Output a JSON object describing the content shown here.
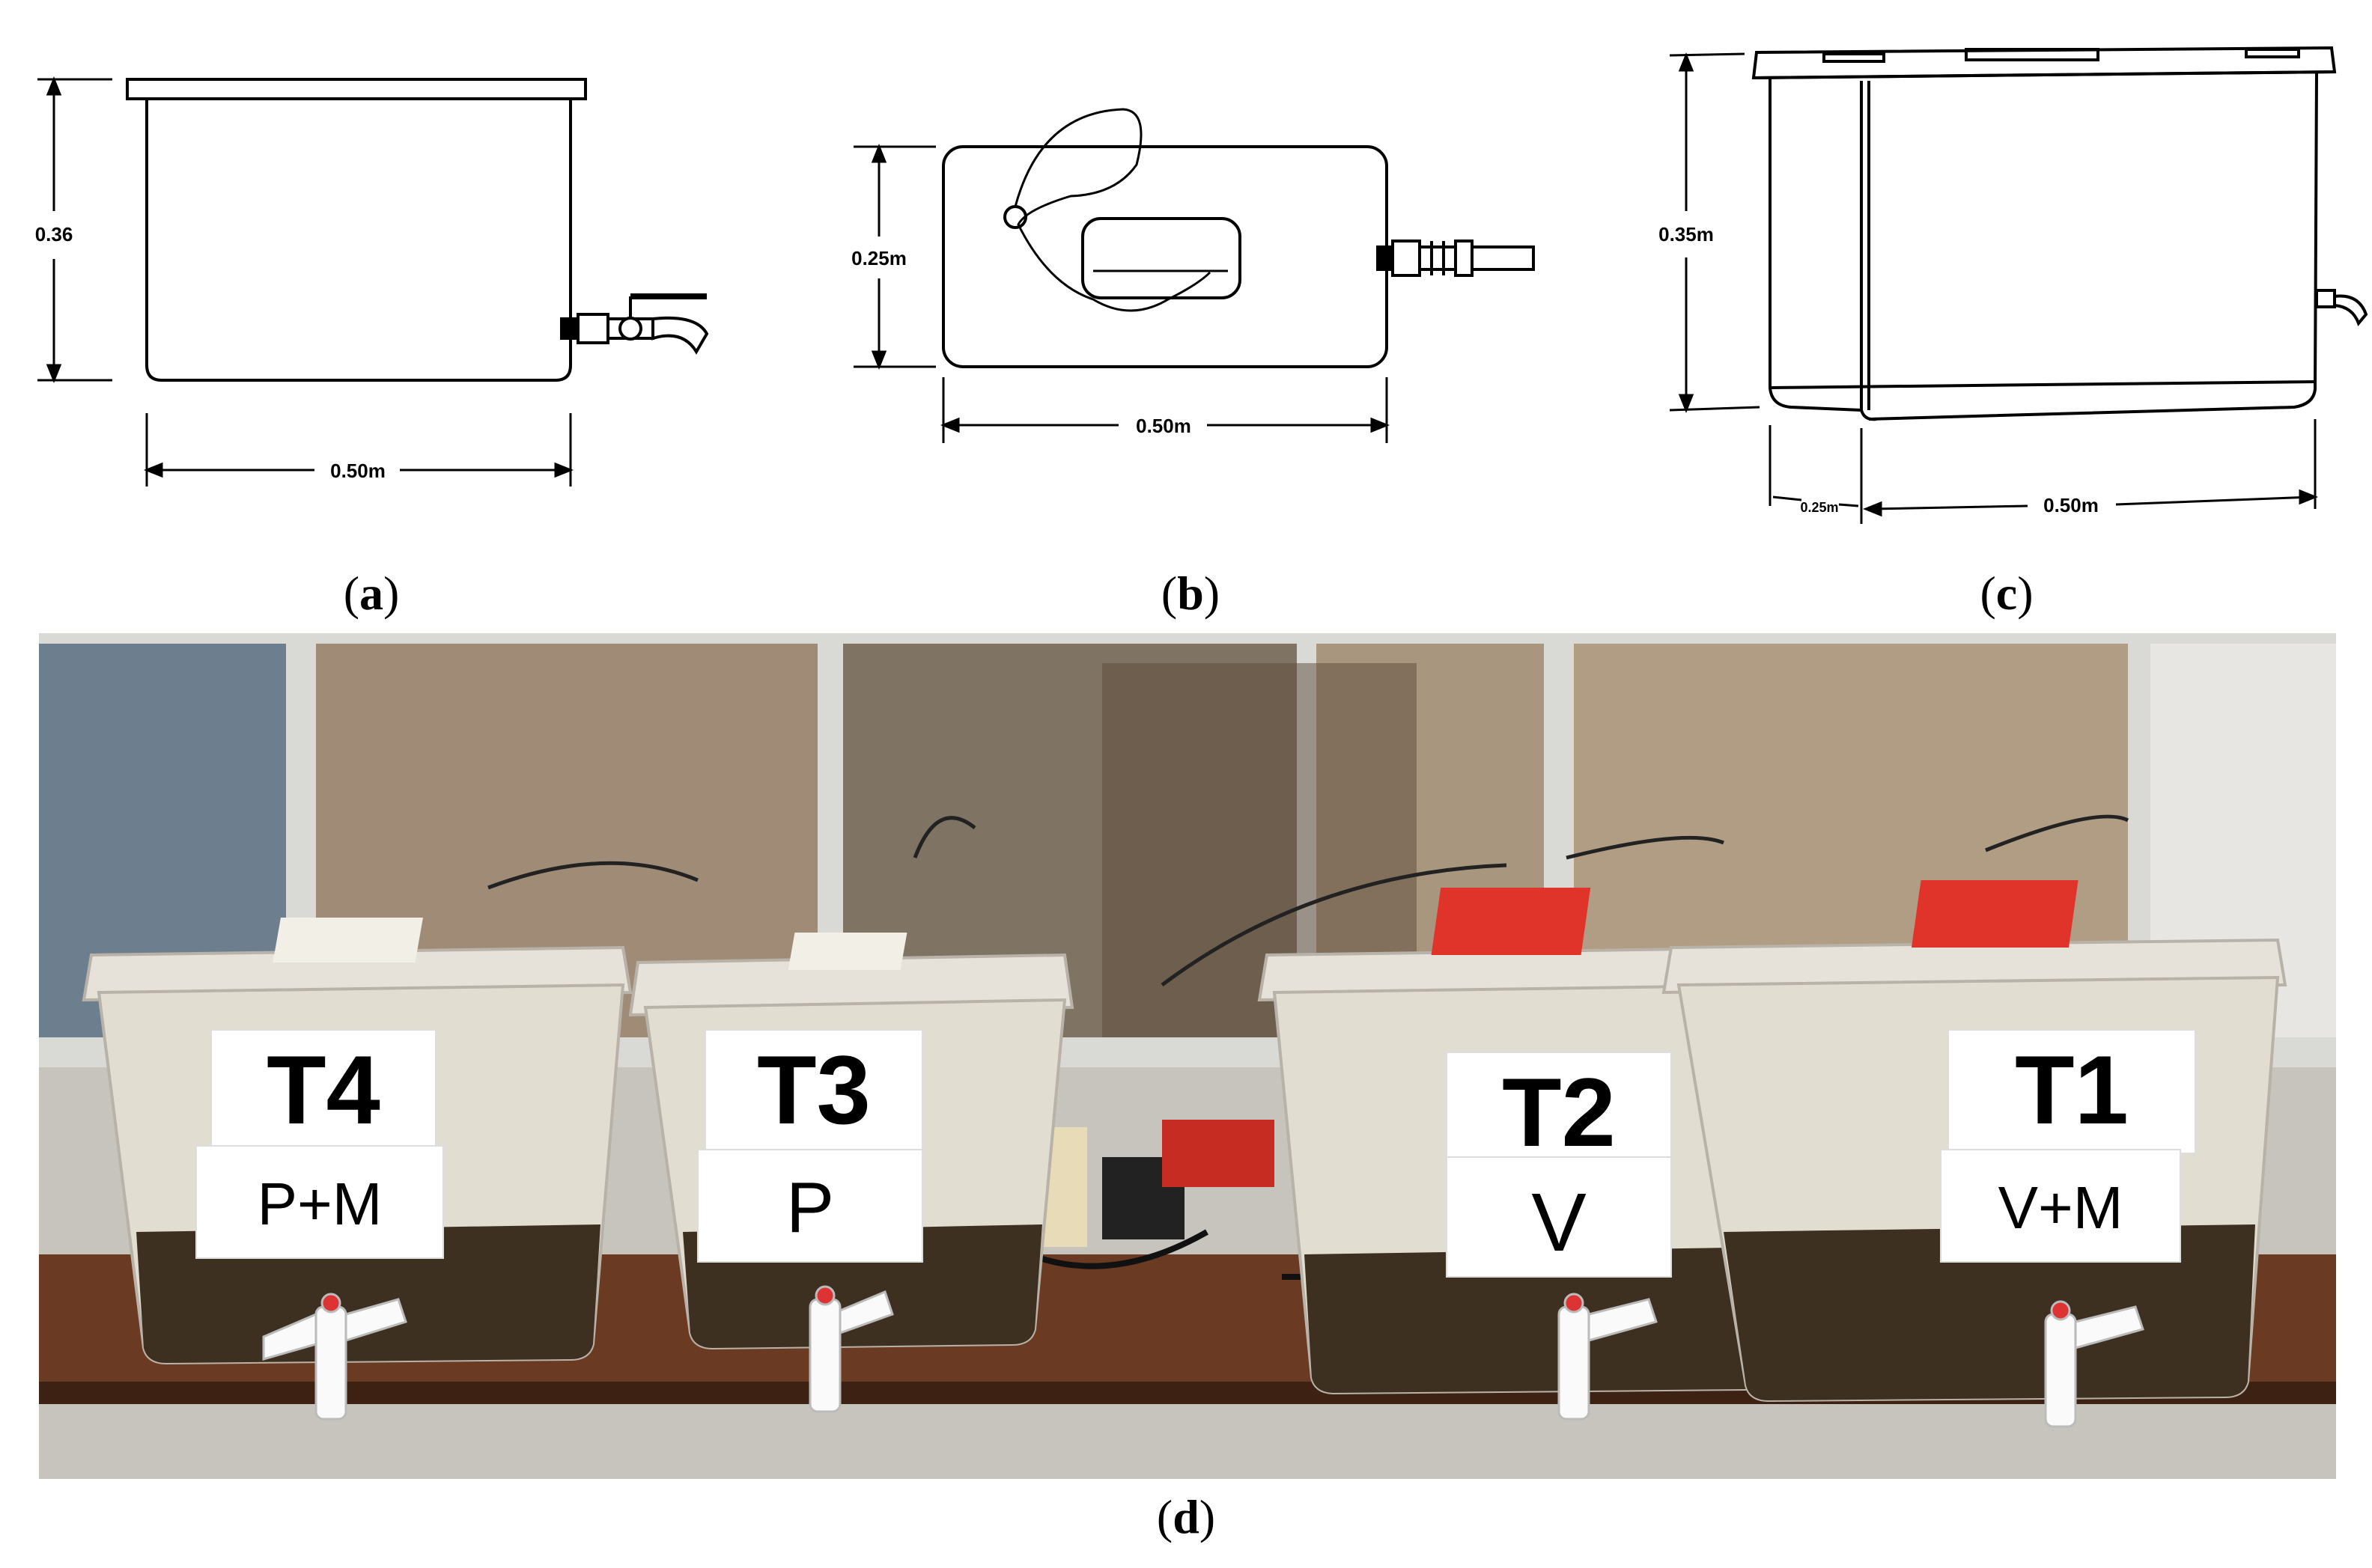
{
  "panels": {
    "a": {
      "caption_open": "(",
      "caption_letter": "a",
      "caption_close": ")",
      "height_label": "0.36",
      "width_label": "0.50m"
    },
    "b": {
      "caption_open": "(",
      "caption_letter": "b",
      "caption_close": ")",
      "depth_label": "0.25m",
      "width_label": "0.50m"
    },
    "c": {
      "caption_open": "(",
      "caption_letter": "c",
      "caption_close": ")",
      "height_label": "0.35m",
      "depth_label": "0.25m",
      "width_label": "0.50m"
    },
    "d": {
      "caption_open": "(",
      "caption_letter": "d",
      "caption_close": ")"
    }
  },
  "bins": [
    {
      "id": "T4",
      "treatment": "P+M",
      "lid_pad": "white"
    },
    {
      "id": "T3",
      "treatment": "P",
      "lid_pad": "white"
    },
    {
      "id": "T2",
      "treatment": "V",
      "lid_pad": "red"
    },
    {
      "id": "T1",
      "treatment": "V+M",
      "lid_pad": "red"
    }
  ],
  "colors": {
    "line": "#000000",
    "pad_white": "#f2efe6",
    "pad_red": "#e0342b",
    "table_wood": "#6b3a22",
    "compost": "#3e3020",
    "bin_plastic": "#e6e2da",
    "window_frame": "#d9d9d6",
    "glass": "#a9967f"
  }
}
